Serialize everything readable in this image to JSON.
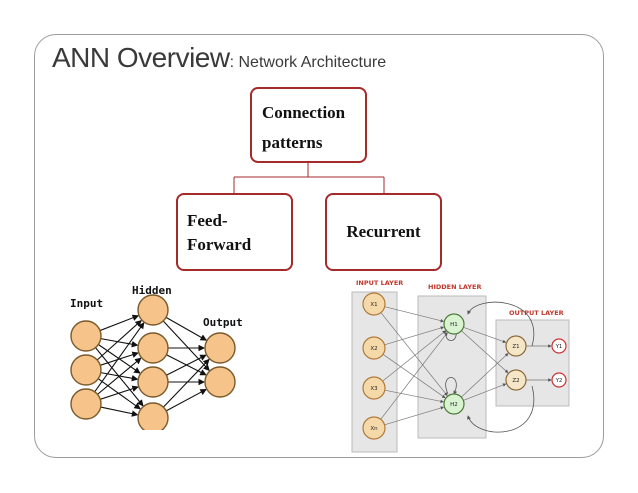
{
  "slide": {
    "title_main": "ANN Overview",
    "title_sub": ": Network Architecture"
  },
  "tree": {
    "root_line1": "Connection",
    "root_line2": "patterns",
    "child_left_line1": "Feed-",
    "child_left_line2": "Forward",
    "child_right": "Recurrent"
  },
  "feedforward": {
    "input_label": "Input",
    "hidden_label": "Hidden",
    "output_label": "Output"
  },
  "recurrent": {
    "input_layer_label": "INPUT LAYER",
    "hidden_layer_label": "HIDDEN LAYER",
    "output_layer_label": "OUTPUT LAYER",
    "input_nodes": [
      "X1",
      "X2",
      "X3",
      "Xn"
    ],
    "hidden_nodes": [
      "H1",
      "H2"
    ],
    "output_nodes": [
      "Z1",
      "Z2"
    ],
    "out_y_nodes": [
      "Y1",
      "Y2"
    ]
  },
  "colors": {
    "box_border": "#a52a2a",
    "node_fill": "#f6c48a",
    "node_stroke": "#7a5a2a",
    "layer_label_red": "#c0392b",
    "hidden_node_fill": "#d9f2d0",
    "out_y_stroke": "#cc3333"
  }
}
